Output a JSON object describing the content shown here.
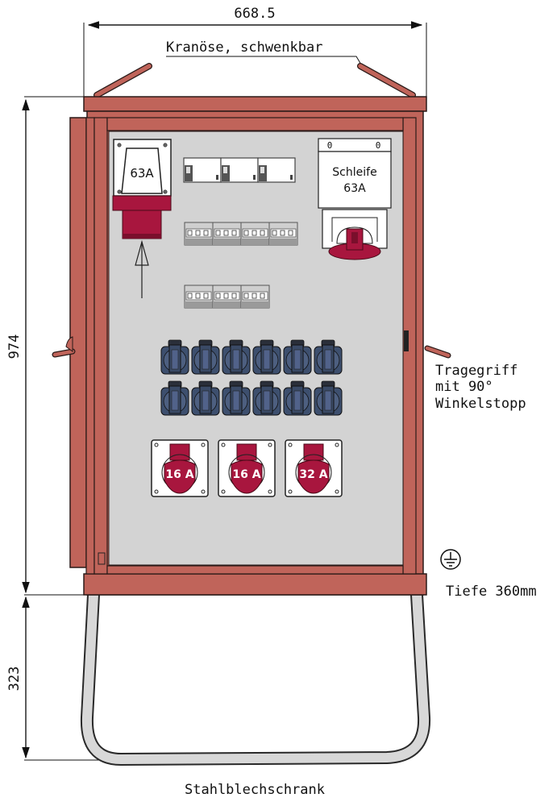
{
  "dimensions": {
    "width_label": "668.5",
    "height_label": "974",
    "leg_height_label": "323"
  },
  "annotations": {
    "crane_eye": "Kranöse, schwenkbar",
    "handle_line1": "Tragegriff",
    "handle_line2": "mit 90°",
    "handle_line3": "Winkelstopp",
    "depth": "Tiefe 360mm",
    "title": "Stahlblechschrank"
  },
  "components": {
    "main_inlet_label": "63A",
    "loop_outlet_line1": "Schleife",
    "loop_outlet_line2": "63A",
    "loop_switch_marks": [
      "0",
      "0"
    ],
    "cee_sockets": [
      {
        "label": "16 A"
      },
      {
        "label": "16 A"
      },
      {
        "label": "32 A"
      }
    ],
    "schuko_rows": 2,
    "schuko_per_row": 6,
    "rcd_count": 3,
    "mcb_row1_count": 4,
    "mcb_row2_count": 3
  },
  "icons": {
    "ground": "earth-ground-icon"
  },
  "colors": {
    "frame": "#c0645a",
    "frame_stroke": "#2a1a18",
    "panel": "#d3d3d3",
    "cee_red": "#a8163e",
    "schuko": "#3d4f6e",
    "tube": "#d8d8d8"
  }
}
